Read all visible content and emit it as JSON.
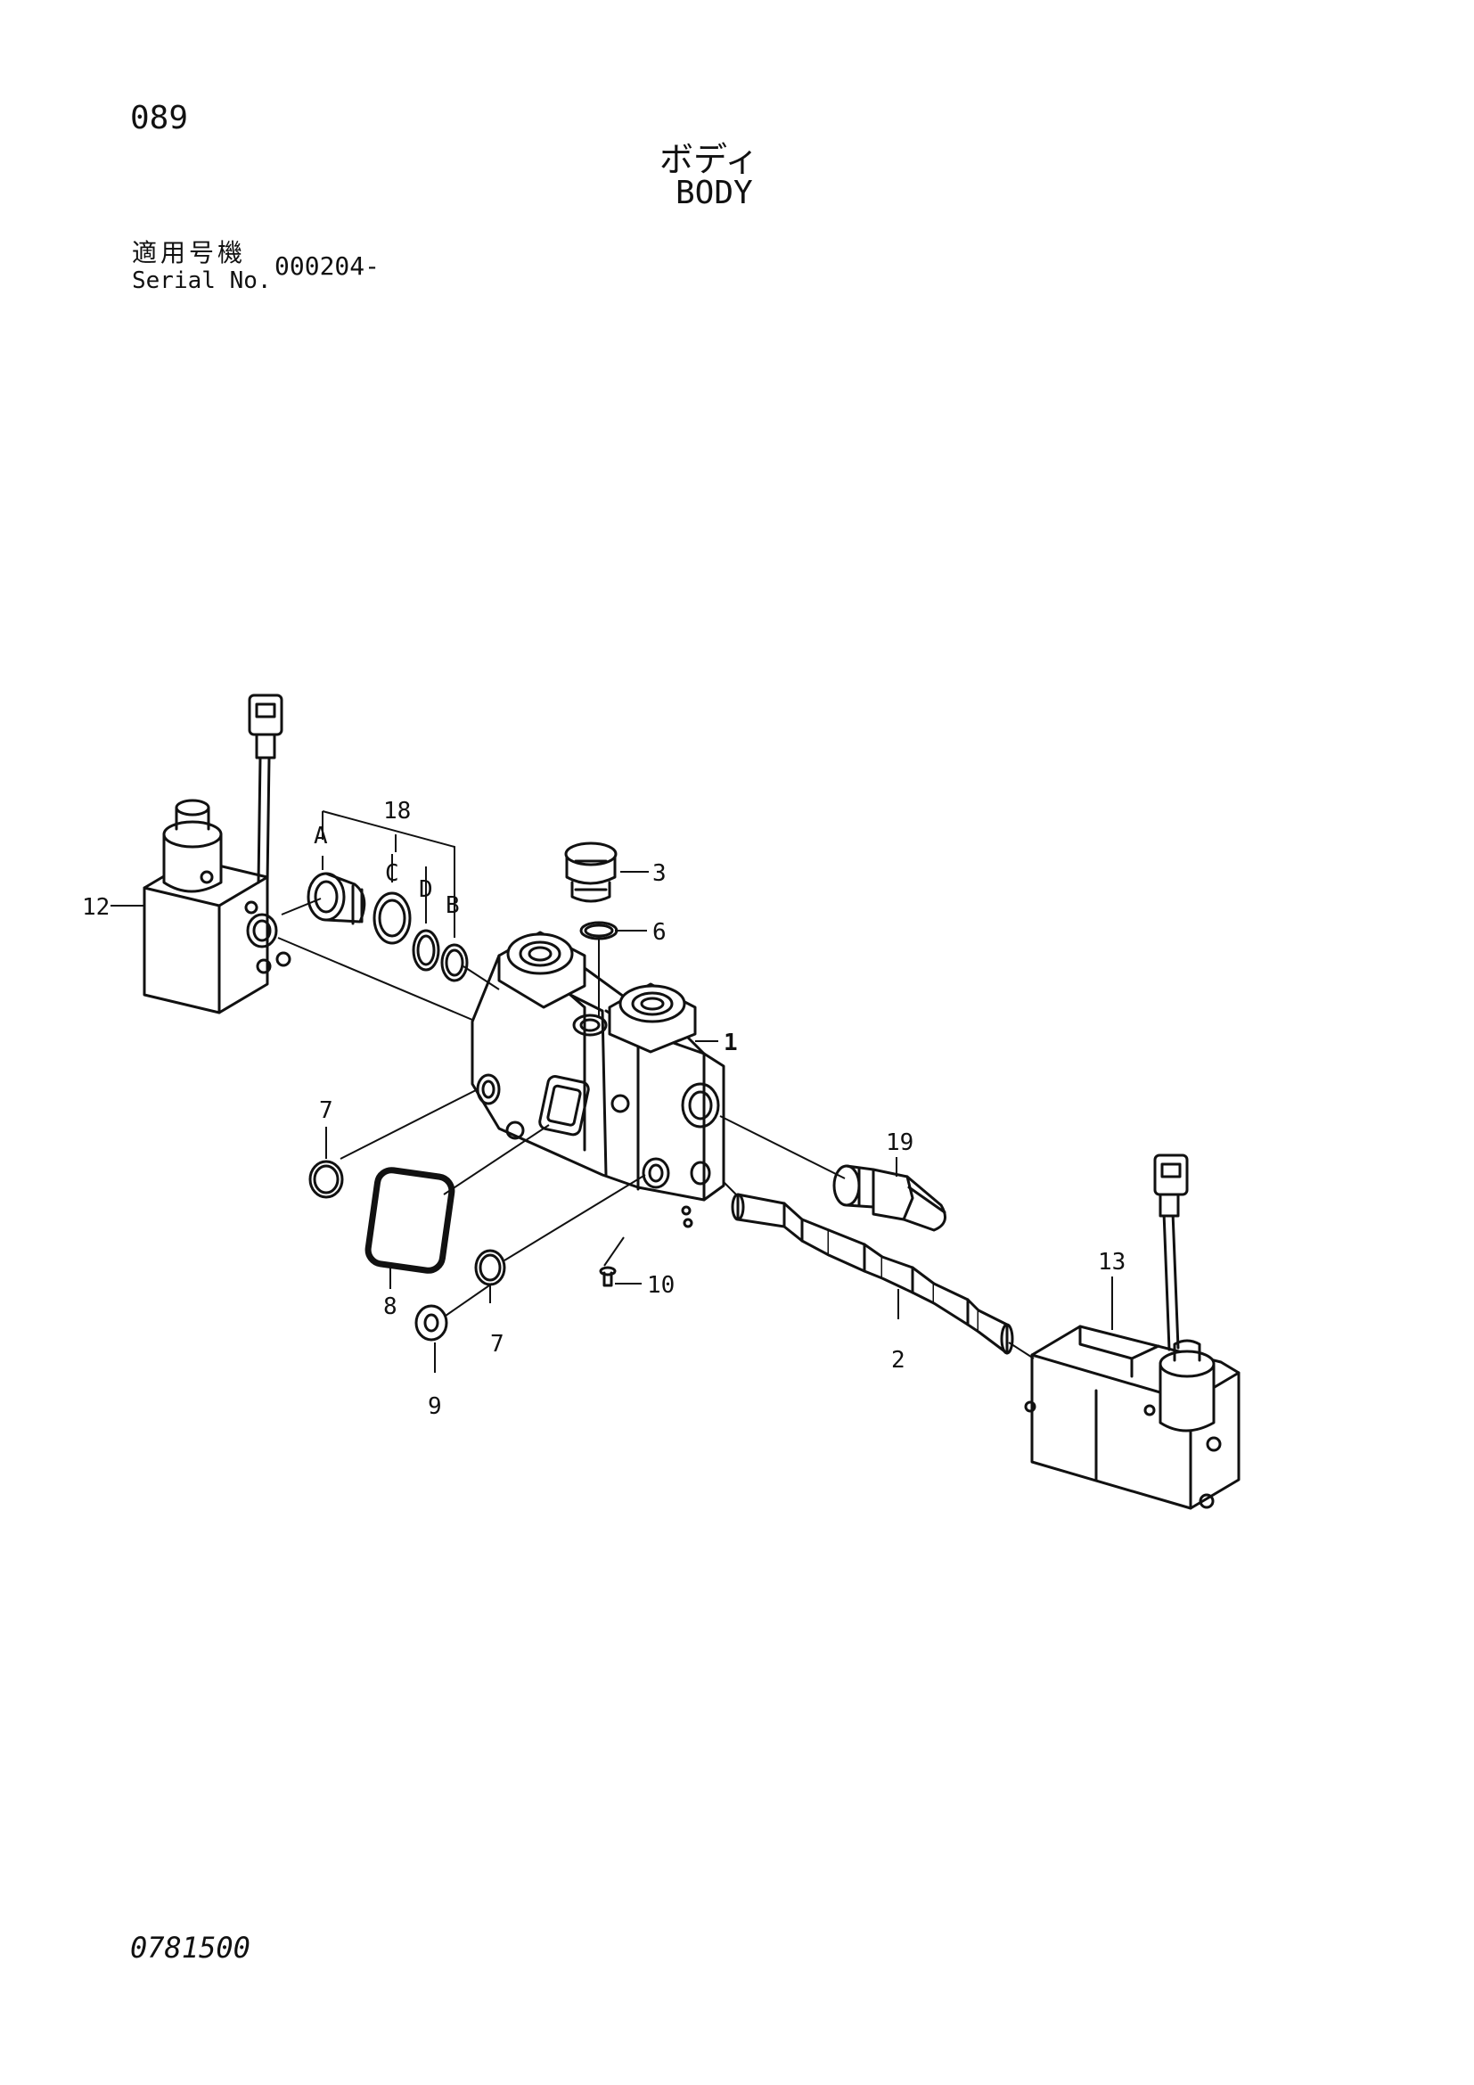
{
  "header": {
    "page_number": "089",
    "title_jp": "ボディ",
    "title_en": "BODY",
    "serial_label_jp": "適用号機",
    "serial_label_en": "Serial No.",
    "serial_value": "000204-"
  },
  "callouts": {
    "c1": "1",
    "c2": "2",
    "c3": "3",
    "c6": "6",
    "c7a": "7",
    "c7b": "7",
    "c8": "8",
    "c9": "9",
    "c10": "10",
    "c12": "12",
    "c13": "13",
    "c18": "18",
    "c19": "19",
    "sA": "A",
    "sB": "B",
    "sC": "C",
    "sD": "D"
  },
  "footer": {
    "drawing_number": "0781500"
  }
}
